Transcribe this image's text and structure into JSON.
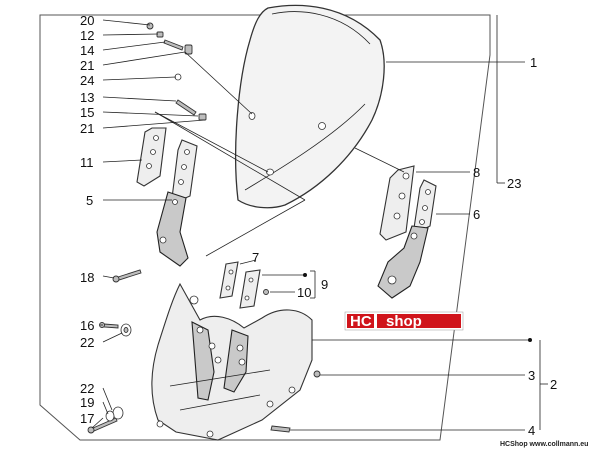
{
  "callouts": [
    {
      "id": "20",
      "label": "20"
    },
    {
      "id": "12",
      "label": "12"
    },
    {
      "id": "14",
      "label": "14"
    },
    {
      "id": "21a",
      "label": "21"
    },
    {
      "id": "24",
      "label": "24"
    },
    {
      "id": "13",
      "label": "13"
    },
    {
      "id": "15",
      "label": "15"
    },
    {
      "id": "21b",
      "label": "21"
    },
    {
      "id": "11",
      "label": "11"
    },
    {
      "id": "5",
      "label": "5"
    },
    {
      "id": "18",
      "label": "18"
    },
    {
      "id": "16",
      "label": "16"
    },
    {
      "id": "22a",
      "label": "22"
    },
    {
      "id": "22b",
      "label": "22"
    },
    {
      "id": "19",
      "label": "19"
    },
    {
      "id": "17",
      "label": "17"
    },
    {
      "id": "1",
      "label": "1"
    },
    {
      "id": "8",
      "label": "8"
    },
    {
      "id": "23",
      "label": "23"
    },
    {
      "id": "6",
      "label": "6"
    },
    {
      "id": "7",
      "label": "7"
    },
    {
      "id": "9",
      "label": "9"
    },
    {
      "id": "10",
      "label": "10"
    },
    {
      "id": "3",
      "label": "3"
    },
    {
      "id": "2",
      "label": "2"
    },
    {
      "id": "4",
      "label": "4"
    }
  ],
  "logo": {
    "hc": "HC",
    "shop": "shop"
  },
  "footer": {
    "credit": "HCShop www.collmann.eu"
  },
  "colors": {
    "logo_bg": "#d0141b",
    "logo_fg": "#ffffff",
    "line": "#222222"
  }
}
